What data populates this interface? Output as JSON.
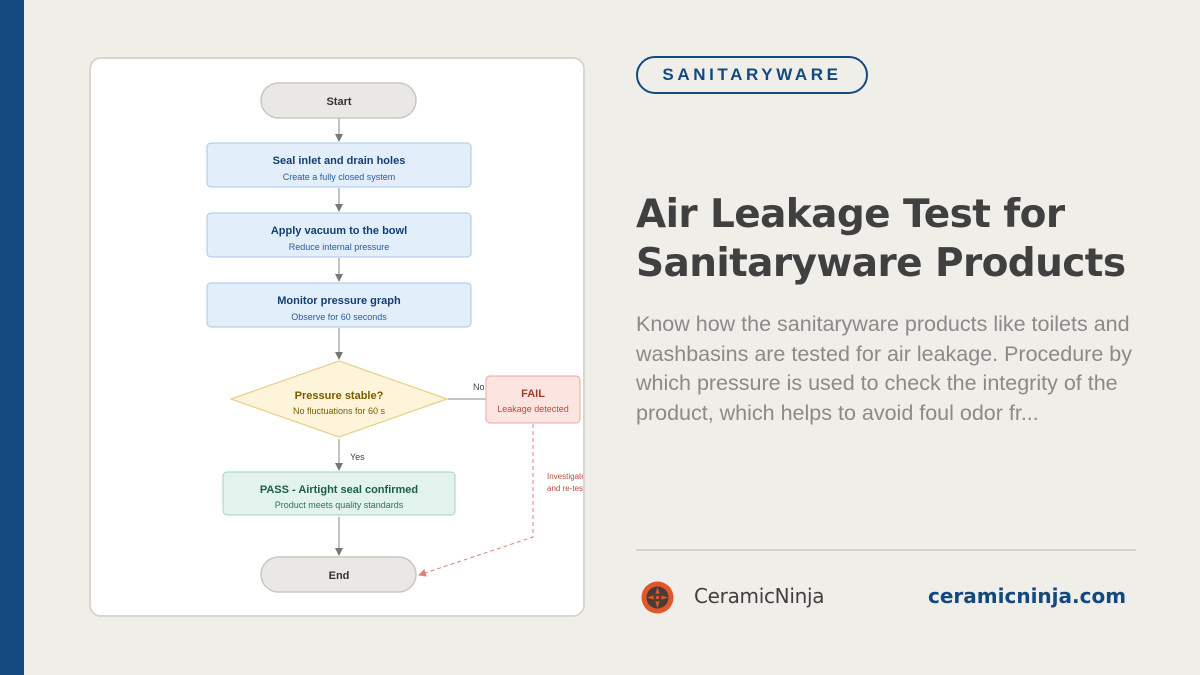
{
  "category": "SANITARYWARE",
  "title_lines": [
    "Air Leakage Test for",
    "Sanitaryware Products"
  ],
  "description": "Know how the sanitaryware products like toilets and washbasins are tested for air leakage. Procedure by which pressure is used to check the integrity of the product, which helps to avoid foul odor fr...",
  "brand": {
    "name": "CeramicNinja",
    "url": "ceramicninja.com",
    "logo_icon": "ninja-star-icon"
  },
  "flowchart": {
    "start": "Start",
    "step1": {
      "title": "Seal inlet and drain holes",
      "sub": "Create a fully closed system"
    },
    "step2": {
      "title": "Apply vacuum to the bowl",
      "sub": "Reduce internal pressure"
    },
    "step3": {
      "title": "Monitor pressure graph",
      "sub": "Observe for 60 seconds"
    },
    "decision": {
      "title": "Pressure stable?",
      "sub": "No fluctuations for 60 s"
    },
    "no_label": "No",
    "yes_label": "Yes",
    "fail": {
      "title": "FAIL",
      "sub": "Leakage detected"
    },
    "retest_lines": [
      "Investigate",
      "and re-test"
    ],
    "pass": {
      "title": "PASS - Airtight seal confirmed",
      "sub": "Product meets quality standards"
    },
    "end": "End"
  },
  "colors": {
    "accent": "#124a80",
    "step_fill": "#e3eefb",
    "decision_fill": "#fdf4d9",
    "fail_fill": "#fce5e1",
    "pass_fill": "#e1f3ec",
    "terminal_fill": "#e9e8e4"
  }
}
